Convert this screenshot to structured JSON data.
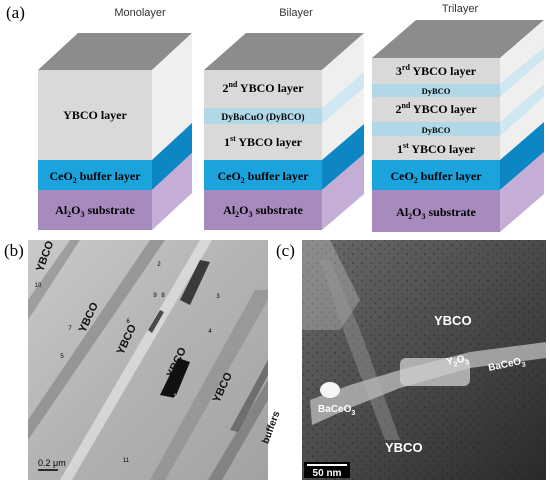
{
  "panels": {
    "a": {
      "label": "(a)",
      "stacks": [
        {
          "title": "Monolayer",
          "layers": [
            {
              "text": "YBCO layer"
            },
            {
              "text": "CeO",
              "sub": "2",
              "rest": " buffer layer"
            },
            {
              "text": "Al",
              "sub": "2",
              "mid": "O",
              "sub2": "3",
              "rest": " substrate"
            }
          ]
        },
        {
          "title": "Bilayer",
          "layers": [
            {
              "text": "2",
              "sup": "nd",
              "rest": " YBCO layer"
            },
            {
              "text": "DyBaCuO (DyBCO)"
            },
            {
              "text": "1",
              "sup": "st",
              "rest": " YBCO layer"
            },
            {
              "text": "CeO",
              "sub": "2",
              "rest": " buffer layer"
            },
            {
              "text": "Al",
              "sub": "2",
              "mid": "O",
              "sub2": "3",
              "rest": " substrate"
            }
          ]
        },
        {
          "title": "Trilayer",
          "layers": [
            {
              "text": "3",
              "sup": "rd",
              "rest": " YBCO layer"
            },
            {
              "text": "DyBCO"
            },
            {
              "text": "2",
              "sup": "nd",
              "rest": " YBCO layer"
            },
            {
              "text": "DyBCO"
            },
            {
              "text": "1",
              "sup": "st",
              "rest": " YBCO layer"
            },
            {
              "text": "CeO",
              "sub": "2",
              "rest": " buffer layer"
            },
            {
              "text": "Al",
              "sub": "2",
              "mid": "O",
              "sub2": "3",
              "rest": " substrate"
            }
          ]
        }
      ],
      "colors": {
        "top": "#8c8c8c",
        "ybco": "#d9d9d9",
        "ybco_side": "#efefef",
        "dybco": "#b0d8e6",
        "dybco_side": "#cfe7f1",
        "ceo2": "#1aa3dc",
        "ceo2_side": "#0d86c4",
        "substrate": "#a78bbf",
        "substrate_side": "#c5aed6"
      }
    },
    "b": {
      "label": "(b)",
      "labels": [
        "YBCO",
        "YBCO",
        "YBCO",
        "YBCO",
        "YBCO",
        "buffers"
      ],
      "markers": [
        "2",
        "3",
        "10",
        "9",
        "8",
        "7",
        "5",
        "6",
        "4",
        "1",
        "11"
      ],
      "scale_bar": "0.2 μm"
    },
    "c": {
      "label": "(c)",
      "labels": {
        "ybco_top": "YBCO",
        "ybco_bottom": "YBCO",
        "y2o3": "Y",
        "y2o3_sub1": "2",
        "y2o3_mid": "O",
        "y2o3_sub2": "3",
        "baceo3_a": "BaCeO",
        "baceo3_a_sub": "3",
        "baceo3_b": "BaCeO",
        "baceo3_b_sub": "3"
      },
      "scale_bar": "50 nm"
    }
  }
}
